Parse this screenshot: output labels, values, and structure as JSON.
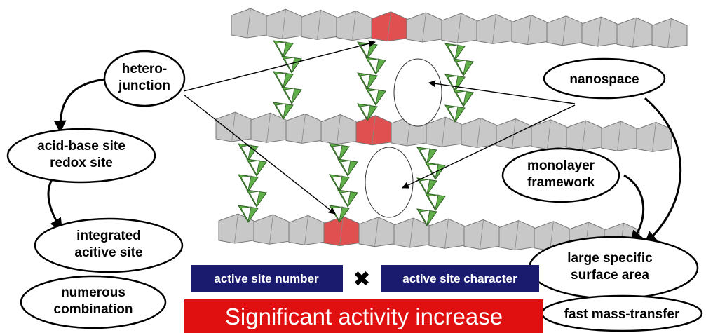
{
  "labels": {
    "heterojunction": [
      "hetero-",
      "junction"
    ],
    "acid_base": [
      "acid-base site",
      "redox site"
    ],
    "integrated": [
      "integrated",
      "acitive site"
    ],
    "numerous": [
      "numerous",
      "combination"
    ],
    "nanospace": "nanospace",
    "monolayer": [
      "monolayer",
      "framework"
    ],
    "large_surface": [
      "large specific",
      "surface area"
    ],
    "fast_mass": "fast mass-transfer"
  },
  "boxes": {
    "active_site_number": "active site number",
    "times_symbol": "✖",
    "active_site_character": "active site character"
  },
  "banner": "Significant activity increase",
  "colors": {
    "box_fill": "#1a1a6e",
    "banner_fill": "#e01010",
    "octahedron_gray": "#c8c8c8",
    "octahedron_red": "#e05050",
    "pillar_green": "#5fae4a"
  }
}
